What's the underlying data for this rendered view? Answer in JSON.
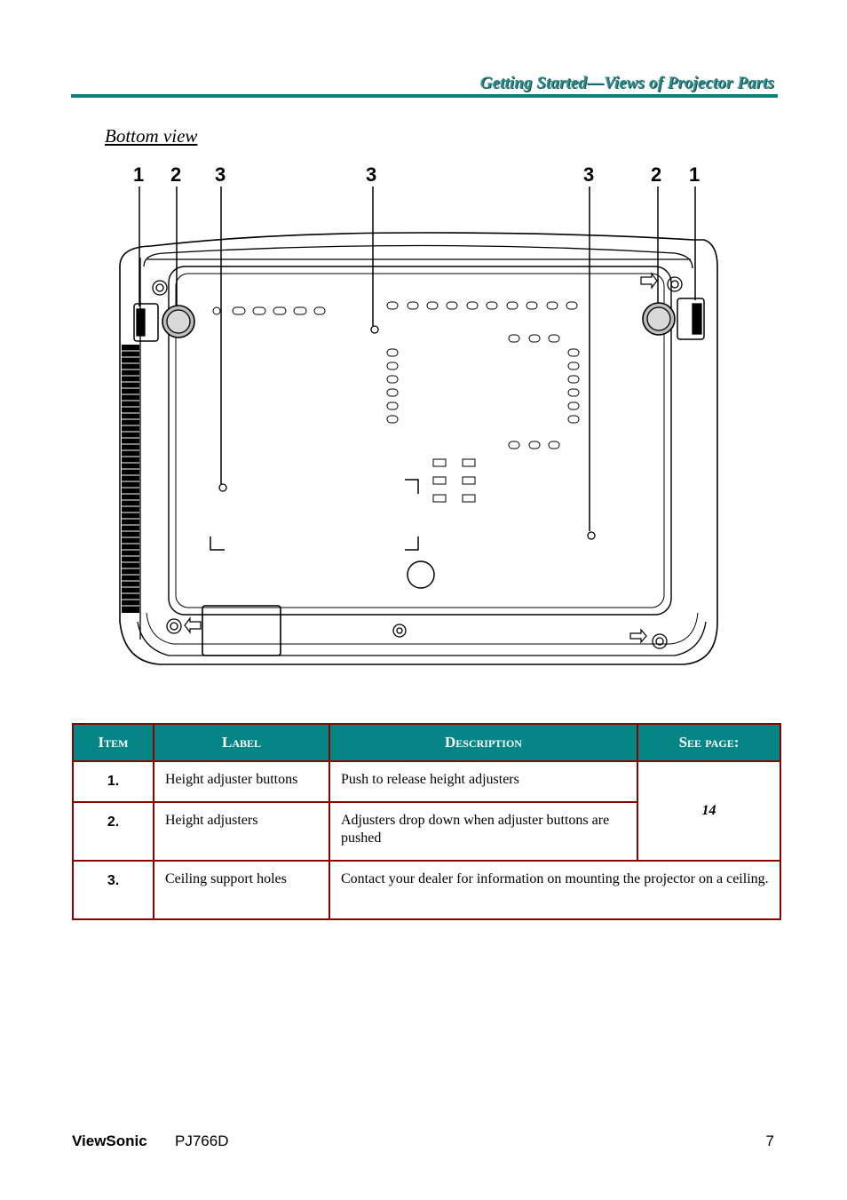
{
  "header": {
    "title": "Getting Started—Views of Projector Parts"
  },
  "section": {
    "title": "Bottom view"
  },
  "callouts": [
    "1",
    "2",
    "3",
    "3",
    "3",
    "2",
    "1"
  ],
  "table": {
    "headers": {
      "item": "Item",
      "label": "Label",
      "description": "Description",
      "see_page": "See page:"
    },
    "rows": [
      {
        "item": "1.",
        "label": "Height adjuster buttons",
        "description": "Push to release height adjusters"
      },
      {
        "item": "2.",
        "label": "Height adjusters",
        "description": "Adjusters drop down when adjuster buttons are pushed"
      },
      {
        "item": "3.",
        "label": "Ceiling support holes",
        "description": "Contact your dealer for information on mounting the projector on a ceiling."
      }
    ],
    "see_page_value": "14"
  },
  "footer": {
    "brand": "ViewSonic",
    "model": "PJ766D",
    "page_number": "7"
  },
  "colors": {
    "accent": "#058585",
    "table_border": "#8b0000",
    "header_text": "#2e8b8b"
  }
}
